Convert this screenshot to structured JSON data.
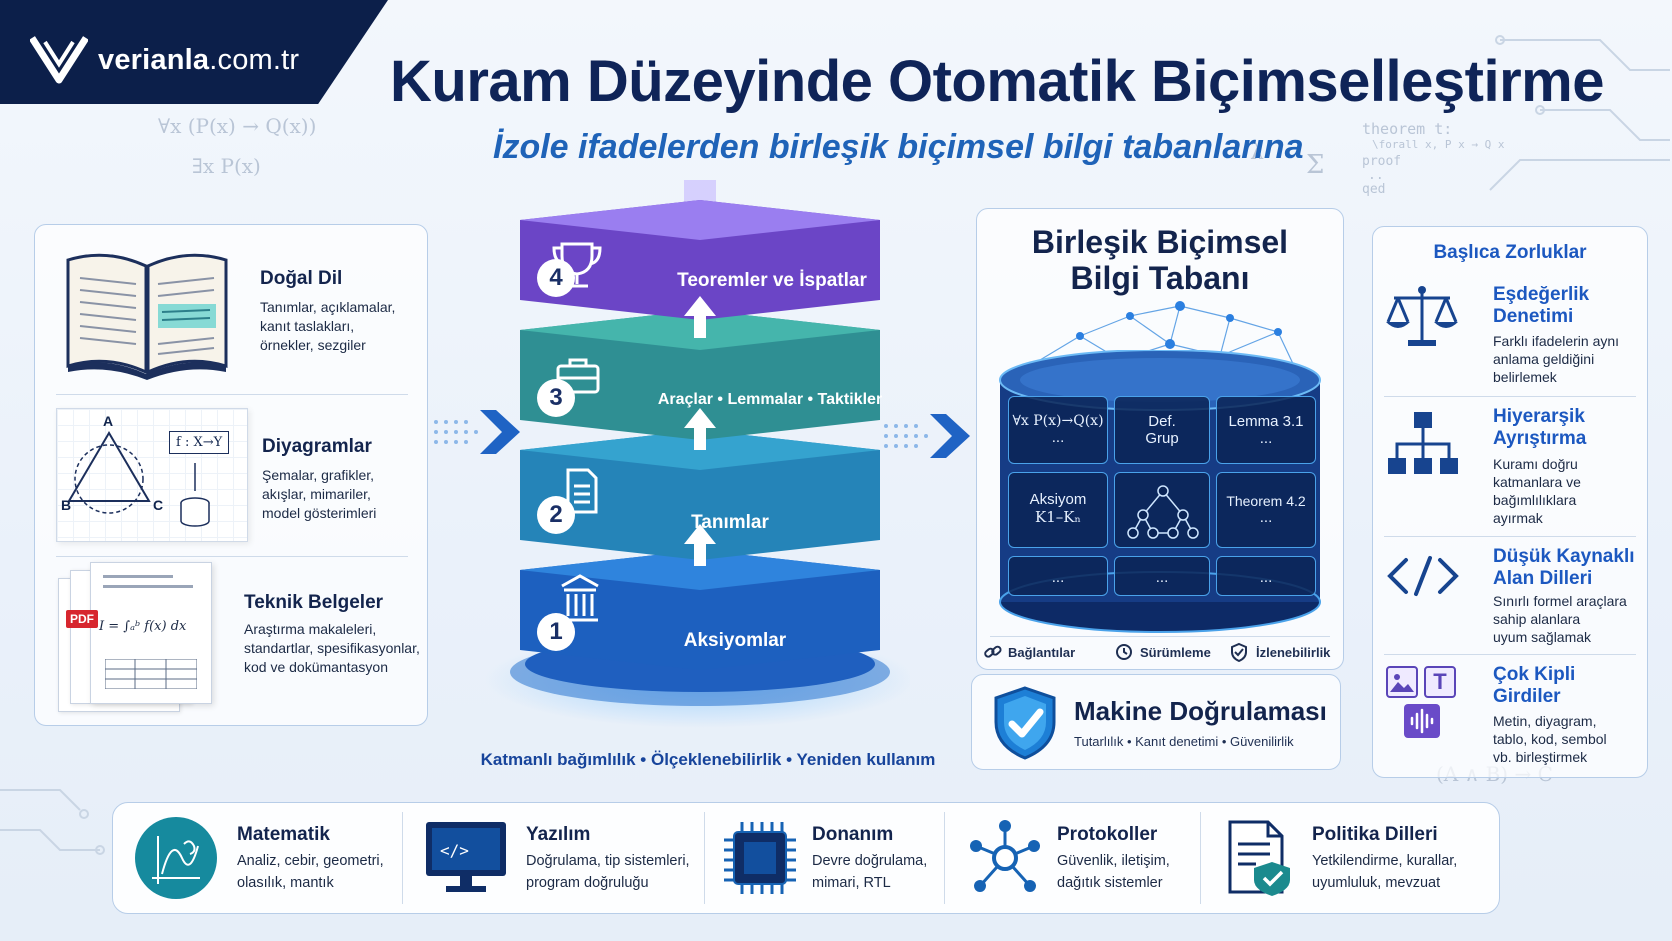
{
  "brand": {
    "name": "verianla",
    "domain": ".com.tr"
  },
  "title": "Kuram Düzeyinde Otomatik Biçimselleştirme",
  "subtitle": "İzole ifadelerden birleşik biçimsel bilgi tabanlarına",
  "background_symbols": [
    "∀x (P(x) → Q(x))",
    "∃x P(x)",
    "theorem t:",
    "\\forall x, P x → Q x",
    "proof",
    "..",
    "qed",
    "(A ∧ B) → C",
    "λ",
    "Σ"
  ],
  "sources": [
    {
      "title": "Doğal Dil",
      "desc": [
        "Tanımlar, açıklamalar,",
        "kanıt taslakları,",
        "örnekler, sezgiler"
      ]
    },
    {
      "title": "Diyagramlar",
      "desc": [
        "Şemalar, grafikler,",
        "akışlar, mimariler,",
        "model gösterimleri"
      ],
      "diagram_labels": {
        "a": "A",
        "b": "B",
        "c": "C",
        "map": "f : X→Y"
      }
    },
    {
      "title": "Teknik Belgeler",
      "desc": [
        "Araştırma makaleleri,",
        "standartlar, spesifikasyonlar,",
        "kod ve dokümantasyon"
      ],
      "pdf_label": "PDF",
      "formula": "I = ∫ₐᵇ f(x) dx"
    }
  ],
  "layers": [
    {
      "num": "4",
      "label": "Teoremler ve İspatlar",
      "color": "#7a55d8"
    },
    {
      "num": "3",
      "label": "Araçlar • Lemmalar • Taktikler",
      "color": "#3c9e9e"
    },
    {
      "num": "2",
      "label": "Tanımlar",
      "color": "#2b8fba"
    },
    {
      "num": "1",
      "label": "Aksiyomlar",
      "color": "#1e66c4"
    }
  ],
  "layer_tags": "Katmanlı bağımlılık  •  Ölçeklenebilirlik  •  Yeniden kullanım",
  "knowledge_base": {
    "title_line1": "Birleşik Biçimsel",
    "title_line2": "Bilgi Tabanı",
    "cells": [
      {
        "l1": "∀x P(x)→Q(x)",
        "l2": "..."
      },
      {
        "l1": "Def.",
        "l2": "Grup"
      },
      {
        "l1": "Lemma 3.1",
        "l2": "..."
      },
      {
        "l1": "Aksiyom",
        "l2": "K1–Kₙ"
      },
      {
        "l1": "",
        "l2": ""
      },
      {
        "l1": "Theorem 4.2",
        "l2": "..."
      },
      {
        "l1": "...",
        "l2": ""
      },
      {
        "l1": "...",
        "l2": ""
      },
      {
        "l1": "...",
        "l2": ""
      }
    ],
    "features": [
      "Bağlantılar",
      "Sürümleme",
      "İzlenebilirlik"
    ]
  },
  "verification": {
    "title": "Makine Doğrulaması",
    "tags": "Tutarlılık  •  Kanıt denetimi  •  Güvenilirlik"
  },
  "challenges": {
    "heading": "Başlıca Zorluklar",
    "items": [
      {
        "title1": "Eşdeğerlik",
        "title2": "Denetimi",
        "desc": [
          "Farklı ifadelerin aynı",
          "anlama geldiğini",
          "belirlemek"
        ],
        "icon": "scales-icon"
      },
      {
        "title1": "Hiyerarşik",
        "title2": "Ayrıştırma",
        "desc": [
          "Kuramı doğru",
          "katmanlara ve",
          "bağımlılıklara",
          "ayırmak"
        ],
        "icon": "hierarchy-icon"
      },
      {
        "title1": "Düşük Kaynaklı",
        "title2": "Alan Dilleri",
        "desc": [
          "Sınırlı formel araçlara",
          "sahip alanlara",
          "uyum sağlamak"
        ],
        "icon": "code-icon"
      },
      {
        "title1": "Çok Kipli",
        "title2": "Girdiler",
        "desc": [
          "Metin, diyagram,",
          "tablo, kod, sembol",
          "vb. birleştirmek"
        ],
        "icon": "multimodal-icon"
      }
    ]
  },
  "domains": [
    {
      "title": "Matematik",
      "desc": [
        "Analiz, cebir, geometri,",
        "olasılık, mantık"
      ],
      "icon": "math-icon"
    },
    {
      "title": "Yazılım",
      "desc": [
        "Doğrulama, tip sistemleri,",
        "program doğruluğu"
      ],
      "icon": "monitor-icon"
    },
    {
      "title": "Donanım",
      "desc": [
        "Devre doğrulama,",
        "mimari, RTL"
      ],
      "icon": "chip-icon"
    },
    {
      "title": "Protokoller",
      "desc": [
        "Güvenlik, iletişim,",
        "dağıtık sistemler"
      ],
      "icon": "network-icon"
    },
    {
      "title": "Politika Dilleri",
      "desc": [
        "Yetkilendirme, kurallar,",
        "uyumluluk, mevzuat"
      ],
      "icon": "policy-doc-icon"
    }
  ]
}
